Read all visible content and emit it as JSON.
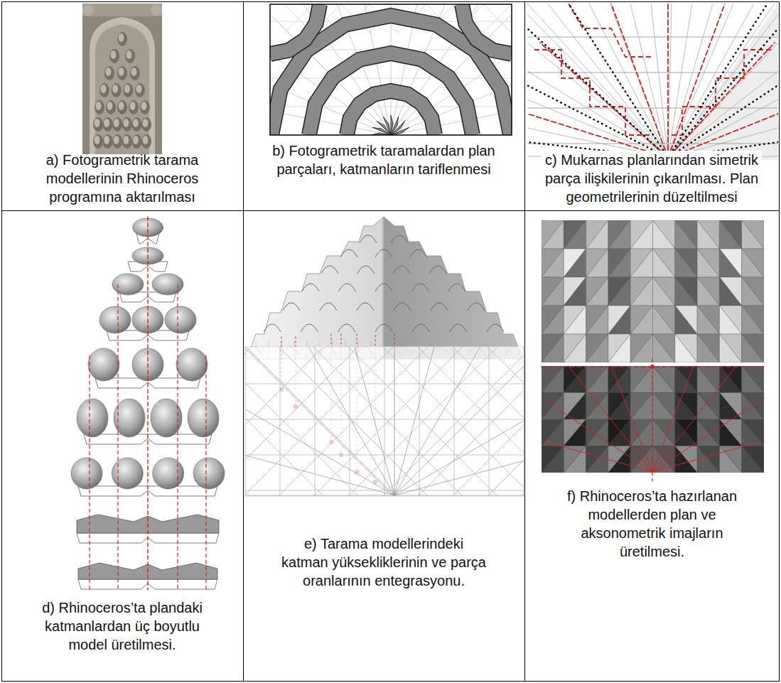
{
  "diagram": {
    "nodes": [
      {
        "text": [
          "a) Fotogrametrik tarama modellerinin Rhinoceros programına aktarılması"
        ]
      },
      {
        "text": [
          "b) Fotogrametrik taramalardan plan parçaları, katmanların tariflenmesi"
        ]
      },
      {
        "text": [
          "c) Mukarnas planlarından simetrik parça ilişkilerinin çıkarılması. Plan geometrilerinin düzeltilmesi"
        ]
      },
      {
        "text": [
          "d) Rhinoceros’ta plandaki katmanlardan üç boyutlu model üretilmesi."
        ]
      },
      {
        "text": [
          "e) Tarama modellerindeki katman yüksekliklerinin ve parça oranlarının entegrasyonu."
        ]
      },
      {
        "text": [
          "f) Rhinoceros’ta hazırlanan modellerden plan ve aksonometrik imajların üretilmesi."
        ]
      }
    ]
  }
}
